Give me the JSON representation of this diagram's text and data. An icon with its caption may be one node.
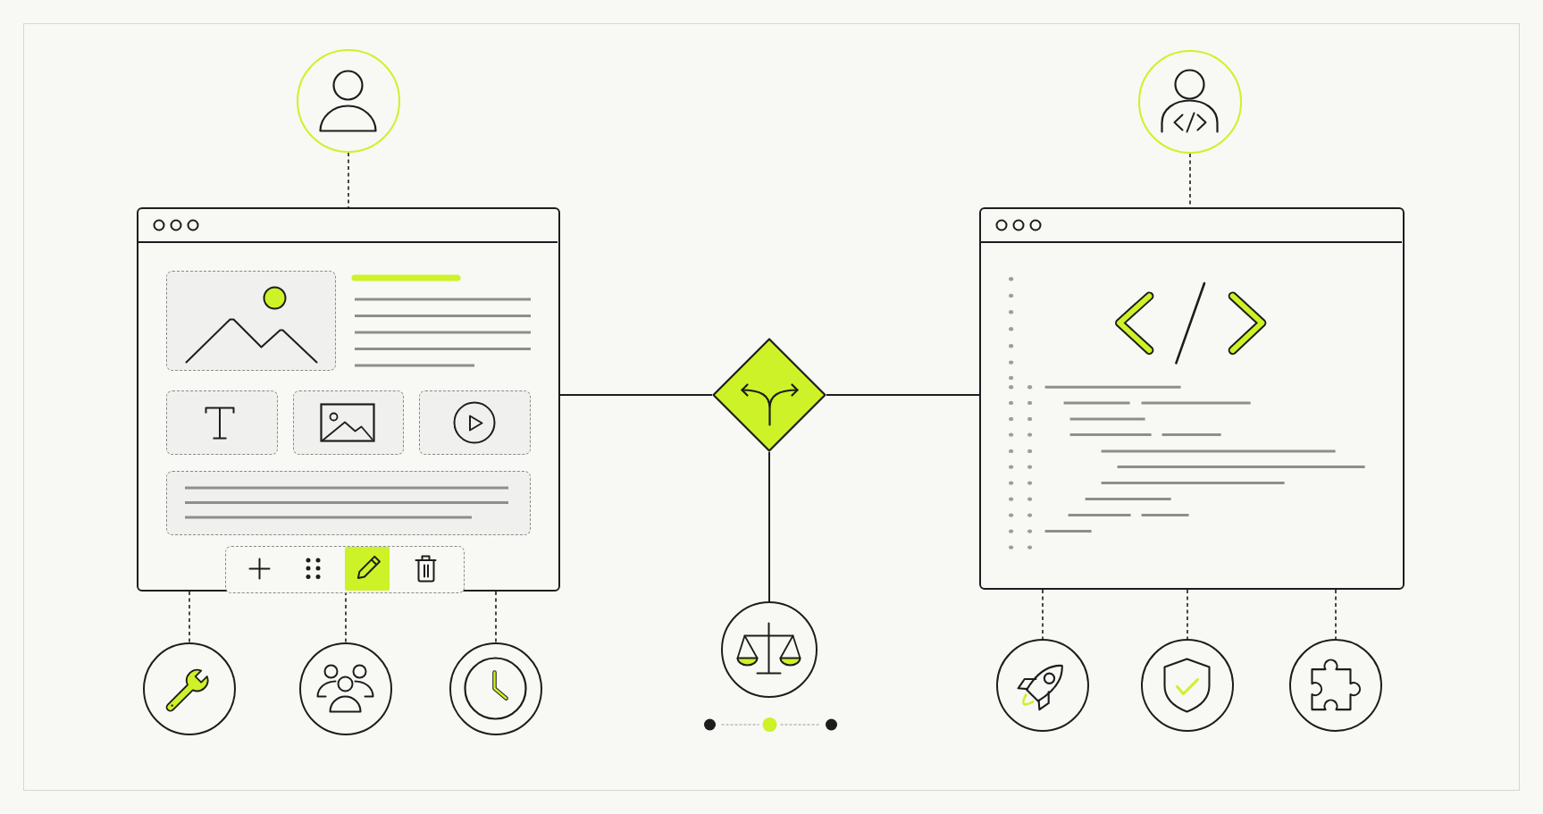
{
  "diagram": {
    "nodes": [
      {
        "text": [],
        "shape": "circle"
      },
      {
        "text": [],
        "shape": "circle"
      },
      {
        "text": [],
        "shape": "window"
      },
      {
        "text": [],
        "shape": "diamond"
      },
      {
        "text": [],
        "shape": "window"
      },
      {
        "text": [],
        "shape": "circle"
      },
      {
        "text": [],
        "shape": "circle"
      },
      {
        "text": [],
        "shape": "circle"
      },
      {
        "text": [],
        "shape": "circle"
      },
      {
        "text": [],
        "shape": "circle"
      },
      {
        "text": [],
        "shape": "circle"
      },
      {
        "text": [],
        "shape": "circle"
      }
    ],
    "edges": [
      {
        "from": 0,
        "to": 2,
        "arrow": "none",
        "style": "dashed"
      },
      {
        "from": 1,
        "to": 4,
        "arrow": "none",
        "style": "dashed"
      },
      {
        "from": 2,
        "to": 3,
        "arrow": "none"
      },
      {
        "from": 3,
        "to": 4,
        "arrow": "none"
      },
      {
        "from": 3,
        "to": 8,
        "arrow": "none"
      },
      {
        "from": 2,
        "to": 5,
        "arrow": "none",
        "style": "dashed"
      },
      {
        "from": 2,
        "to": 6,
        "arrow": "none",
        "style": "dashed"
      },
      {
        "from": 2,
        "to": 7,
        "arrow": "none",
        "style": "dashed"
      },
      {
        "from": 4,
        "to": 9,
        "arrow": "none",
        "style": "dashed"
      },
      {
        "from": 4,
        "to": 10,
        "arrow": "none",
        "style": "dashed"
      },
      {
        "from": 4,
        "to": 11,
        "arrow": "none",
        "style": "dashed"
      }
    ]
  }
}
